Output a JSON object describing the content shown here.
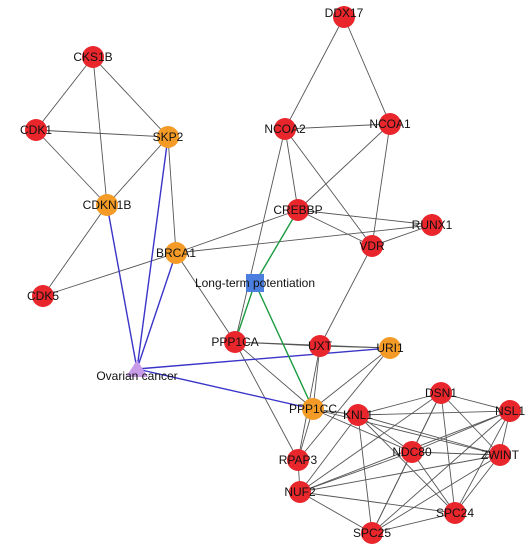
{
  "colors": {
    "gene": "#e8262c",
    "hub": "#f39b26",
    "pathway": "#4a7fe0",
    "disease": "#c79be8",
    "edge_default": "#555555",
    "edge_disease": "#3a34c8",
    "edge_pathway": "#1a9a3e"
  },
  "nodes": [
    {
      "id": "DDX17",
      "label": "DDX17",
      "kind": "gene"
    },
    {
      "id": "CKS1B",
      "label": "CKS1B",
      "kind": "gene"
    },
    {
      "id": "CDK1",
      "label": "CDK1",
      "kind": "gene"
    },
    {
      "id": "SKP2",
      "label": "SKP2",
      "kind": "hub"
    },
    {
      "id": "NCOA2",
      "label": "NCOA2",
      "kind": "gene"
    },
    {
      "id": "NCOA1",
      "label": "NCOA1",
      "kind": "gene"
    },
    {
      "id": "CDKN1B",
      "label": "CDKN1B",
      "kind": "hub"
    },
    {
      "id": "CREBBP",
      "label": "CREBBP",
      "kind": "gene"
    },
    {
      "id": "RUNX1",
      "label": "RUNX1",
      "kind": "gene"
    },
    {
      "id": "BRCA1",
      "label": "BRCA1",
      "kind": "hub"
    },
    {
      "id": "VDR",
      "label": "VDR",
      "kind": "gene"
    },
    {
      "id": "LTP",
      "label": "Long-term potentiation",
      "kind": "pathway"
    },
    {
      "id": "CDK5",
      "label": "CDK5",
      "kind": "gene"
    },
    {
      "id": "UXT",
      "label": "UXT",
      "kind": "gene"
    },
    {
      "id": "PPP1CA",
      "label": "PPP1CA",
      "kind": "gene"
    },
    {
      "id": "URI1",
      "label": "URI1",
      "kind": "hub"
    },
    {
      "id": "OVCA",
      "label": "Ovarian cancer",
      "kind": "disease"
    },
    {
      "id": "DSN1",
      "label": "DSN1",
      "kind": "gene"
    },
    {
      "id": "PPP1CC",
      "label": "PPP1CC",
      "kind": "hub"
    },
    {
      "id": "KNL1",
      "label": "KNL1",
      "kind": "gene"
    },
    {
      "id": "NSL1",
      "label": "NSL1",
      "kind": "gene"
    },
    {
      "id": "NDC80",
      "label": "NDC80",
      "kind": "gene"
    },
    {
      "id": "ZWINT",
      "label": "ZWINT",
      "kind": "gene"
    },
    {
      "id": "RPAP3",
      "label": "RPAP3",
      "kind": "gene"
    },
    {
      "id": "NUF2",
      "label": "NUF2",
      "kind": "gene"
    },
    {
      "id": "SPC24",
      "label": "SPC24",
      "kind": "gene"
    },
    {
      "id": "SPC25",
      "label": "SPC25",
      "kind": "gene"
    }
  ],
  "edges": [
    {
      "source": "CKS1B",
      "target": "CDK1",
      "kind": "default"
    },
    {
      "source": "CKS1B",
      "target": "SKP2",
      "kind": "default"
    },
    {
      "source": "CKS1B",
      "target": "CDKN1B",
      "kind": "default"
    },
    {
      "source": "CDK1",
      "target": "SKP2",
      "kind": "default"
    },
    {
      "source": "CDK1",
      "target": "CDKN1B",
      "kind": "default"
    },
    {
      "source": "SKP2",
      "target": "CDKN1B",
      "kind": "default"
    },
    {
      "source": "SKP2",
      "target": "BRCA1",
      "kind": "default"
    },
    {
      "source": "CDKN1B",
      "target": "CDK5",
      "kind": "default"
    },
    {
      "source": "DDX17",
      "target": "NCOA2",
      "kind": "default"
    },
    {
      "source": "DDX17",
      "target": "NCOA1",
      "kind": "default"
    },
    {
      "source": "NCOA2",
      "target": "NCOA1",
      "kind": "default"
    },
    {
      "source": "NCOA2",
      "target": "CREBBP",
      "kind": "default"
    },
    {
      "source": "NCOA2",
      "target": "VDR",
      "kind": "default"
    },
    {
      "source": "NCOA2",
      "target": "PPP1CA",
      "kind": "default"
    },
    {
      "source": "NCOA1",
      "target": "CREBBP",
      "kind": "default"
    },
    {
      "source": "NCOA1",
      "target": "VDR",
      "kind": "default"
    },
    {
      "source": "CREBBP",
      "target": "RUNX1",
      "kind": "default"
    },
    {
      "source": "CREBBP",
      "target": "VDR",
      "kind": "default"
    },
    {
      "source": "CREBBP",
      "target": "BRCA1",
      "kind": "default"
    },
    {
      "source": "VDR",
      "target": "RUNX1",
      "kind": "default"
    },
    {
      "source": "VDR",
      "target": "UXT",
      "kind": "default"
    },
    {
      "source": "BRCA1",
      "target": "CDK5",
      "kind": "default"
    },
    {
      "source": "BRCA1",
      "target": "PPP1CA",
      "kind": "default"
    },
    {
      "source": "BRCA1",
      "target": "RUNX1",
      "kind": "default"
    },
    {
      "source": "PPP1CA",
      "target": "UXT",
      "kind": "default"
    },
    {
      "source": "PPP1CA",
      "target": "URI1",
      "kind": "default"
    },
    {
      "source": "PPP1CA",
      "target": "PPP1CC",
      "kind": "default"
    },
    {
      "source": "PPP1CA",
      "target": "RPAP3",
      "kind": "default"
    },
    {
      "source": "UXT",
      "target": "URI1",
      "kind": "default"
    },
    {
      "source": "UXT",
      "target": "PPP1CC",
      "kind": "default"
    },
    {
      "source": "UXT",
      "target": "RPAP3",
      "kind": "default"
    },
    {
      "source": "URI1",
      "target": "PPP1CC",
      "kind": "default"
    },
    {
      "source": "URI1",
      "target": "RPAP3",
      "kind": "default"
    },
    {
      "source": "PPP1CC",
      "target": "RPAP3",
      "kind": "default"
    },
    {
      "source": "PPP1CC",
      "target": "KNL1",
      "kind": "default"
    },
    {
      "source": "PPP1CC",
      "target": "NDC80",
      "kind": "default"
    },
    {
      "source": "PPP1CC",
      "target": "ZWINT",
      "kind": "default"
    },
    {
      "source": "KNL1",
      "target": "DSN1",
      "kind": "default"
    },
    {
      "source": "KNL1",
      "target": "NSL1",
      "kind": "default"
    },
    {
      "source": "KNL1",
      "target": "NDC80",
      "kind": "default"
    },
    {
      "source": "KNL1",
      "target": "ZWINT",
      "kind": "default"
    },
    {
      "source": "KNL1",
      "target": "NUF2",
      "kind": "default"
    },
    {
      "source": "KNL1",
      "target": "SPC24",
      "kind": "default"
    },
    {
      "source": "KNL1",
      "target": "SPC25",
      "kind": "default"
    },
    {
      "source": "DSN1",
      "target": "NSL1",
      "kind": "default"
    },
    {
      "source": "DSN1",
      "target": "NDC80",
      "kind": "default"
    },
    {
      "source": "DSN1",
      "target": "ZWINT",
      "kind": "default"
    },
    {
      "source": "DSN1",
      "target": "NUF2",
      "kind": "default"
    },
    {
      "source": "DSN1",
      "target": "SPC24",
      "kind": "default"
    },
    {
      "source": "DSN1",
      "target": "SPC25",
      "kind": "default"
    },
    {
      "source": "NSL1",
      "target": "NDC80",
      "kind": "default"
    },
    {
      "source": "NSL1",
      "target": "ZWINT",
      "kind": "default"
    },
    {
      "source": "NSL1",
      "target": "NUF2",
      "kind": "default"
    },
    {
      "source": "NSL1",
      "target": "SPC24",
      "kind": "default"
    },
    {
      "source": "NSL1",
      "target": "SPC25",
      "kind": "default"
    },
    {
      "source": "NDC80",
      "target": "ZWINT",
      "kind": "default"
    },
    {
      "source": "NDC80",
      "target": "NUF2",
      "kind": "default"
    },
    {
      "source": "NDC80",
      "target": "SPC24",
      "kind": "default"
    },
    {
      "source": "NDC80",
      "target": "SPC25",
      "kind": "default"
    },
    {
      "source": "ZWINT",
      "target": "NUF2",
      "kind": "default"
    },
    {
      "source": "ZWINT",
      "target": "SPC24",
      "kind": "default"
    },
    {
      "source": "ZWINT",
      "target": "SPC25",
      "kind": "default"
    },
    {
      "source": "NUF2",
      "target": "SPC24",
      "kind": "default"
    },
    {
      "source": "NUF2",
      "target": "SPC25",
      "kind": "default"
    },
    {
      "source": "SPC24",
      "target": "SPC25",
      "kind": "default"
    },
    {
      "source": "RPAP3",
      "target": "NUF2",
      "kind": "default"
    },
    {
      "source": "OVCA",
      "target": "CDKN1B",
      "kind": "disease"
    },
    {
      "source": "OVCA",
      "target": "SKP2",
      "kind": "disease"
    },
    {
      "source": "OVCA",
      "target": "BRCA1",
      "kind": "disease"
    },
    {
      "source": "OVCA",
      "target": "URI1",
      "kind": "disease"
    },
    {
      "source": "OVCA",
      "target": "PPP1CC",
      "kind": "disease"
    },
    {
      "source": "LTP",
      "target": "CREBBP",
      "kind": "pathway"
    },
    {
      "source": "LTP",
      "target": "PPP1CA",
      "kind": "pathway"
    },
    {
      "source": "LTP",
      "target": "PPP1CC",
      "kind": "pathway"
    }
  ]
}
